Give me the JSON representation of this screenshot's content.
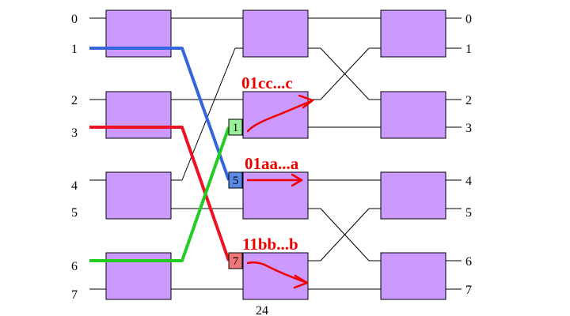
{
  "left_labels": [
    "0",
    "1",
    "2",
    "3",
    "4",
    "5",
    "6",
    "7"
  ],
  "right_labels": [
    "0",
    "1",
    "2",
    "3",
    "4",
    "5",
    "6",
    "7"
  ],
  "tags": {
    "green": {
      "label": "1",
      "color": "#99ee99"
    },
    "blue": {
      "label": "5",
      "color": "#5b8ae6"
    },
    "red": {
      "label": "7",
      "color": "#ee7777"
    }
  },
  "packets": {
    "top": "01cc...c",
    "middle": "01aa...a",
    "bottom": "11bb...b"
  },
  "footer": "24",
  "colors": {
    "switch_fill": "#cc99ff",
    "path_blue": "#3366dd",
    "path_red": "#ee1122",
    "path_green": "#22cc22",
    "annotation_red": "#ee0000"
  }
}
